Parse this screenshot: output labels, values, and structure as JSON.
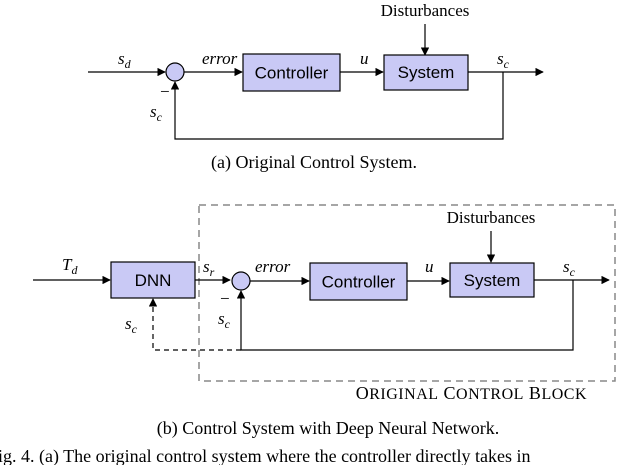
{
  "diagram_a": {
    "disturbances": "Disturbances",
    "controller": "Controller",
    "system": "System",
    "input": {
      "base": "s",
      "sub": "d"
    },
    "error": "error",
    "u": "u",
    "output": {
      "base": "s",
      "sub": "c"
    },
    "feedback": {
      "base": "s",
      "sub": "c"
    },
    "minus": "−",
    "caption": "(a) Original Control System."
  },
  "diagram_b": {
    "disturbances": "Disturbances",
    "dnn": "DNN",
    "controller": "Controller",
    "system": "System",
    "input": {
      "base": "T",
      "sub": "d"
    },
    "sr": {
      "base": "s",
      "sub": "r"
    },
    "error": "error",
    "u": "u",
    "output": {
      "base": "s",
      "sub": "c"
    },
    "feedback": {
      "base": "s",
      "sub": "c"
    },
    "dnn_feedback": {
      "base": "s",
      "sub": "c"
    },
    "minus": "−",
    "block_label": {
      "first1": "O",
      "rest1": "RIGINAL",
      "first2": "C",
      "rest2": "ONTROL",
      "first3": "B",
      "rest3": "LOCK"
    },
    "caption": "(b) Control System with Deep Neural Network."
  },
  "footer_caption": "ig. 4.   (a) The original control system where the controller directly takes in"
}
